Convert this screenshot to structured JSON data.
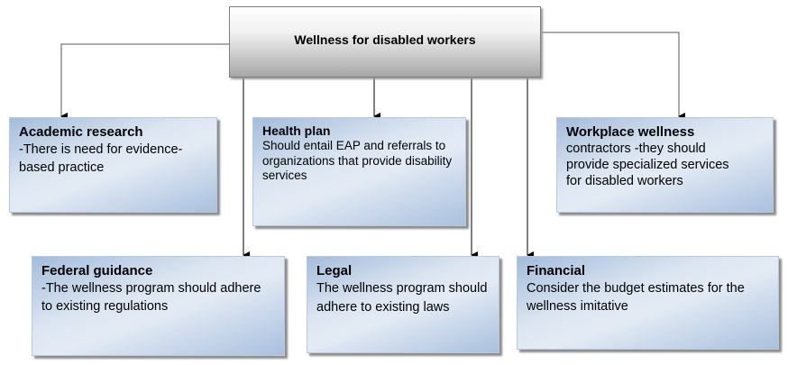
{
  "root": {
    "title": "Wellness for disabled workers"
  },
  "nodes": [
    {
      "id": "academic-research",
      "title": "Academic research",
      "body": "-There is need for evidence-based practice"
    },
    {
      "id": "health-plan",
      "title": "Health plan",
      "body": "Should entail EAP and referrals to organizations that provide disability services"
    },
    {
      "id": "workplace-wellness",
      "title": "Workplace wellness",
      "body": "contractors -they should provide specialized services for disabled workers"
    },
    {
      "id": "federal-guidance",
      "title": "Federal guidance",
      "body": "-The wellness program should adhere to existing regulations"
    },
    {
      "id": "legal",
      "title": "Legal",
      "body": "The wellness program should adhere to existing laws"
    },
    {
      "id": "financial",
      "title": "Financial",
      "body": "Consider the budget estimates for the wellness imitative"
    }
  ],
  "colors": {
    "box_blue": "#95b3d7",
    "box_light": "#dce6f2",
    "root_gray": "#a6a6a6"
  }
}
